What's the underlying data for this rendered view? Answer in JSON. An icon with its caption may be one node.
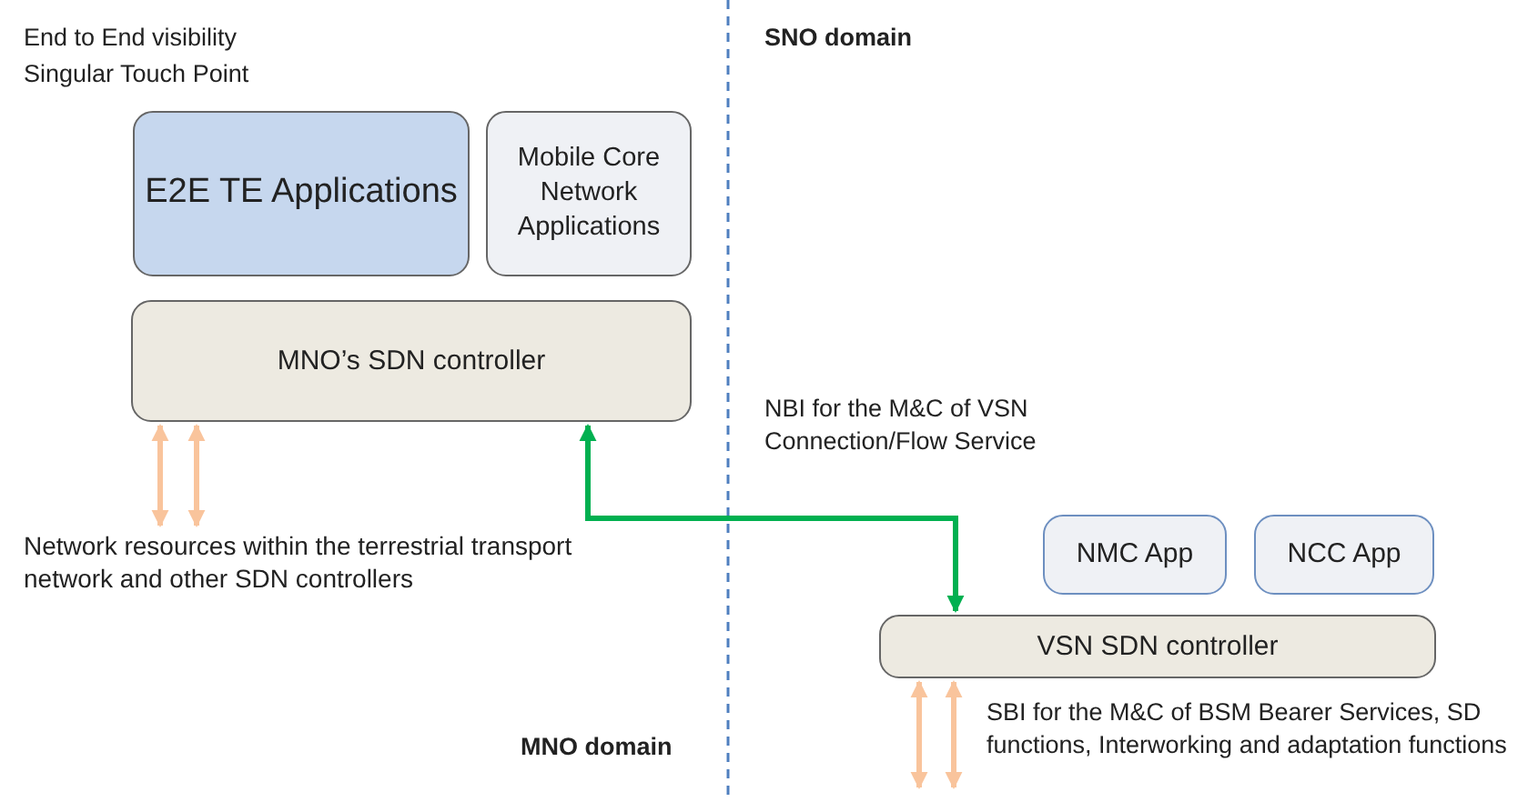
{
  "diagram": {
    "nodes": [
      {
        "text": [
          "E2E TE Applications"
        ]
      },
      {
        "text": [
          "Mobile Core Network Applications"
        ]
      },
      {
        "text": [
          "MNO’s SDN controller"
        ]
      },
      {
        "text": [
          "Network resources within the terrestrial transport network and other SDN controllers"
        ]
      },
      {
        "text": [
          "NMC App"
        ]
      },
      {
        "text": [
          "NCC App"
        ]
      },
      {
        "text": [
          "VSN SDN controller"
        ]
      }
    ],
    "edges": [
      {
        "from": 2,
        "to": 6,
        "arrow": "both",
        "color": "#00b050"
      },
      {
        "from": 2,
        "to": 3,
        "arrow": "both"
      },
      {
        "from": 2,
        "to": 3,
        "arrow": "both"
      },
      {
        "from": 6,
        "to": null,
        "arrow": "both"
      },
      {
        "from": 6,
        "to": null,
        "arrow": "both"
      }
    ],
    "labels": [
      "End to End visibility",
      "Singular Touch Point",
      "SNO domain",
      "NBI for the M&C of VSN Connection/Flow Service",
      "MNO domain",
      "SBI for the M&C of BSM Bearer Services, SD functions, Interworking and adaptation functions"
    ]
  }
}
